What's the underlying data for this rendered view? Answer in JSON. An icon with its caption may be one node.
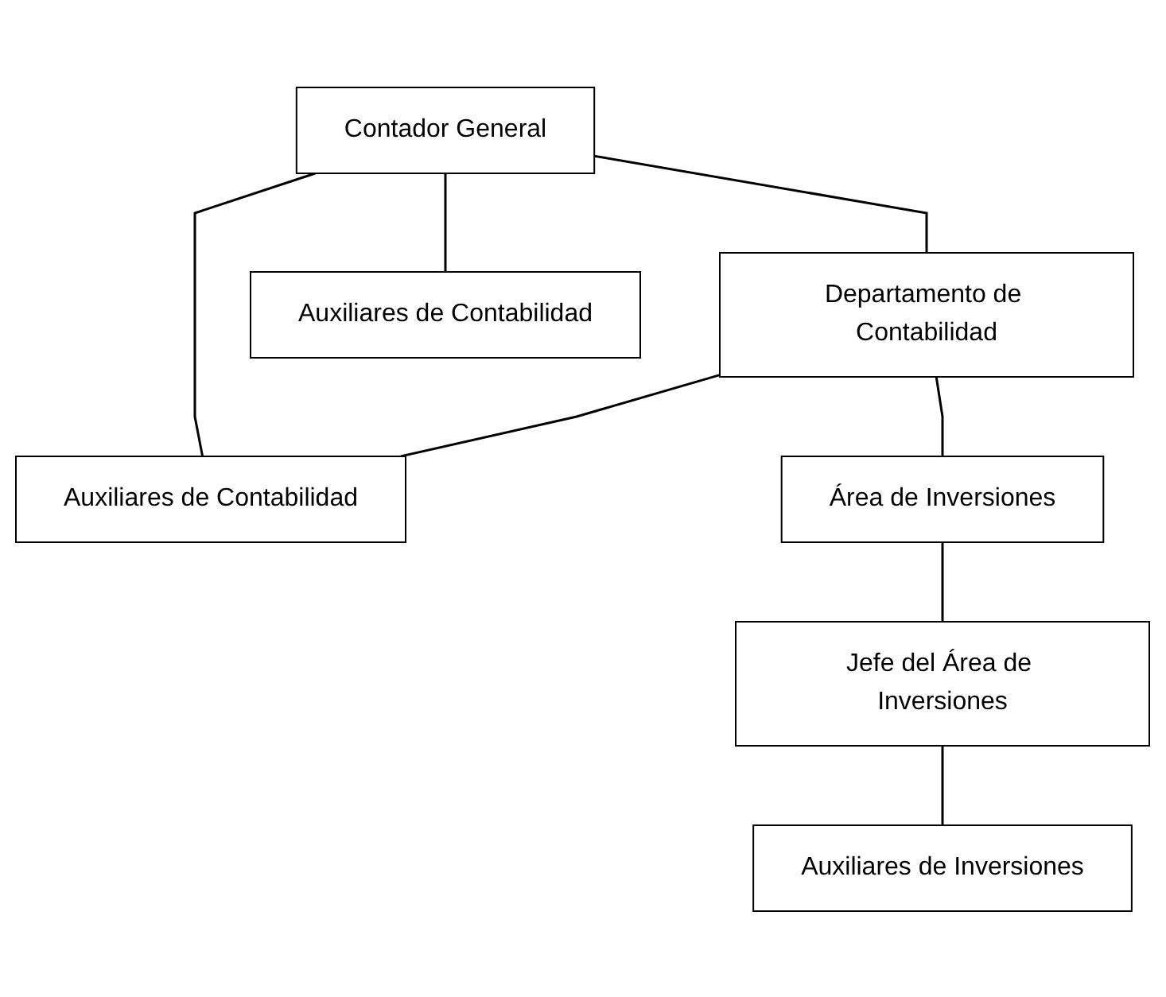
{
  "diagram": {
    "nodes": [
      {
        "text": [
          "Contador General"
        ]
      },
      {
        "text": [
          "Departamento de Contabilidad"
        ]
      },
      {
        "text": [
          "Auxiliares de Contabilidad"
        ]
      },
      {
        "text": [
          "Auxiliares de Contabilidad"
        ]
      },
      {
        "text": [
          "Área de Inversiones"
        ]
      },
      {
        "text": [
          "Jefe del Área de Inversiones"
        ]
      },
      {
        "text": [
          "Auxiliares de Inversiones"
        ]
      }
    ],
    "edges": [
      {
        "from": 0,
        "to": 1,
        "arrow": "none"
      },
      {
        "from": 0,
        "to": 2,
        "arrow": "none"
      },
      {
        "from": 0,
        "to": 3,
        "arrow": "none"
      },
      {
        "from": 1,
        "to": 2,
        "arrow": "none"
      },
      {
        "from": 1,
        "to": 4,
        "arrow": "none"
      },
      {
        "from": 4,
        "to": 5,
        "arrow": "none"
      },
      {
        "from": 5,
        "to": 6,
        "arrow": "none"
      }
    ]
  }
}
